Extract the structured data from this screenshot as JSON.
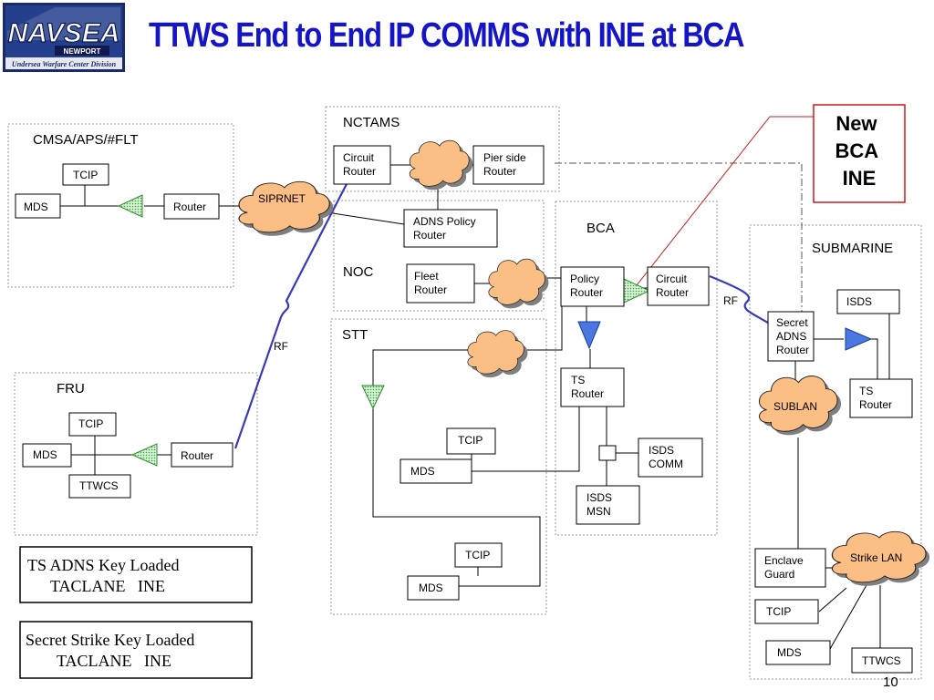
{
  "header": {
    "title": "TTWS End to End IP COMMS with INE at BCA",
    "logo": {
      "main": "NAVSEA",
      "sub": "NEWPORT",
      "division": "Undersea Warfare Center Division"
    }
  },
  "groups": {
    "cmsa": "CMSA/APS/#FLT",
    "nctams": "NCTAMS",
    "noc": "NOC",
    "stt": "STT",
    "bca": "BCA",
    "fru": "FRU",
    "submarine": "SUBMARINE"
  },
  "nodes": {
    "cmsa_tcip": "TCIP",
    "cmsa_mds": "MDS",
    "cmsa_router": [
      "Router"
    ],
    "nctams_circuit_router": [
      "Circuit",
      "Router"
    ],
    "nctams_pier_router": [
      "Pier side",
      "Router"
    ],
    "noc_adns_policy_router": [
      "ADNS Policy",
      "Router"
    ],
    "noc_fleet_router": [
      "Fleet",
      "Router"
    ],
    "bca_policy_router": [
      "Policy",
      "Router"
    ],
    "bca_circuit_router": [
      "Circuit",
      "Router"
    ],
    "bca_ts_router": [
      "TS",
      "Router"
    ],
    "bca_isds_comm": [
      "ISDS",
      "COMM"
    ],
    "bca_isds_msn": [
      "ISDS",
      "MSN"
    ],
    "stt_tcip_1": "TCIP",
    "stt_mds_1": "MDS",
    "stt_tcip_2": "TCIP",
    "stt_mds_2": "MDS",
    "fru_tcip": "TCIP",
    "fru_mds": "MDS",
    "fru_ttwcs": "TTWCS",
    "fru_router": [
      "Router"
    ],
    "sub_secret_adns_router": [
      "Secret",
      "ADNS",
      "Router"
    ],
    "sub_isds": "ISDS",
    "sub_ts_router": [
      "TS",
      "Router"
    ],
    "sub_enclave_guard": [
      "Enclave",
      "Guard"
    ],
    "sub_tcip": "TCIP",
    "sub_mds": "MDS",
    "sub_ttwcs": "TTWCS"
  },
  "clouds": {
    "siprnet": "SIPRNET",
    "sublan": "SUBLAN",
    "strike_lan": "Strike LAN"
  },
  "links": {
    "rf_left": "RF",
    "rf_right": "RF"
  },
  "callout": [
    "New",
    "BCA",
    "INE"
  ],
  "legend": {
    "ts": [
      "TS ADNS Key Loaded",
      "TACLANE   INE"
    ],
    "secret": [
      "Secret Strike Key Loaded",
      "TACLANE   INE"
    ]
  },
  "colors": {
    "title": "#1515c8",
    "ts_taclane": "#4a78e0",
    "secret_taclane": "#b6e8b6",
    "cloud": "#fbbf86",
    "callout_border": "#cc1a1a",
    "rf_link": "#3a3ab8"
  },
  "page_number": "10"
}
